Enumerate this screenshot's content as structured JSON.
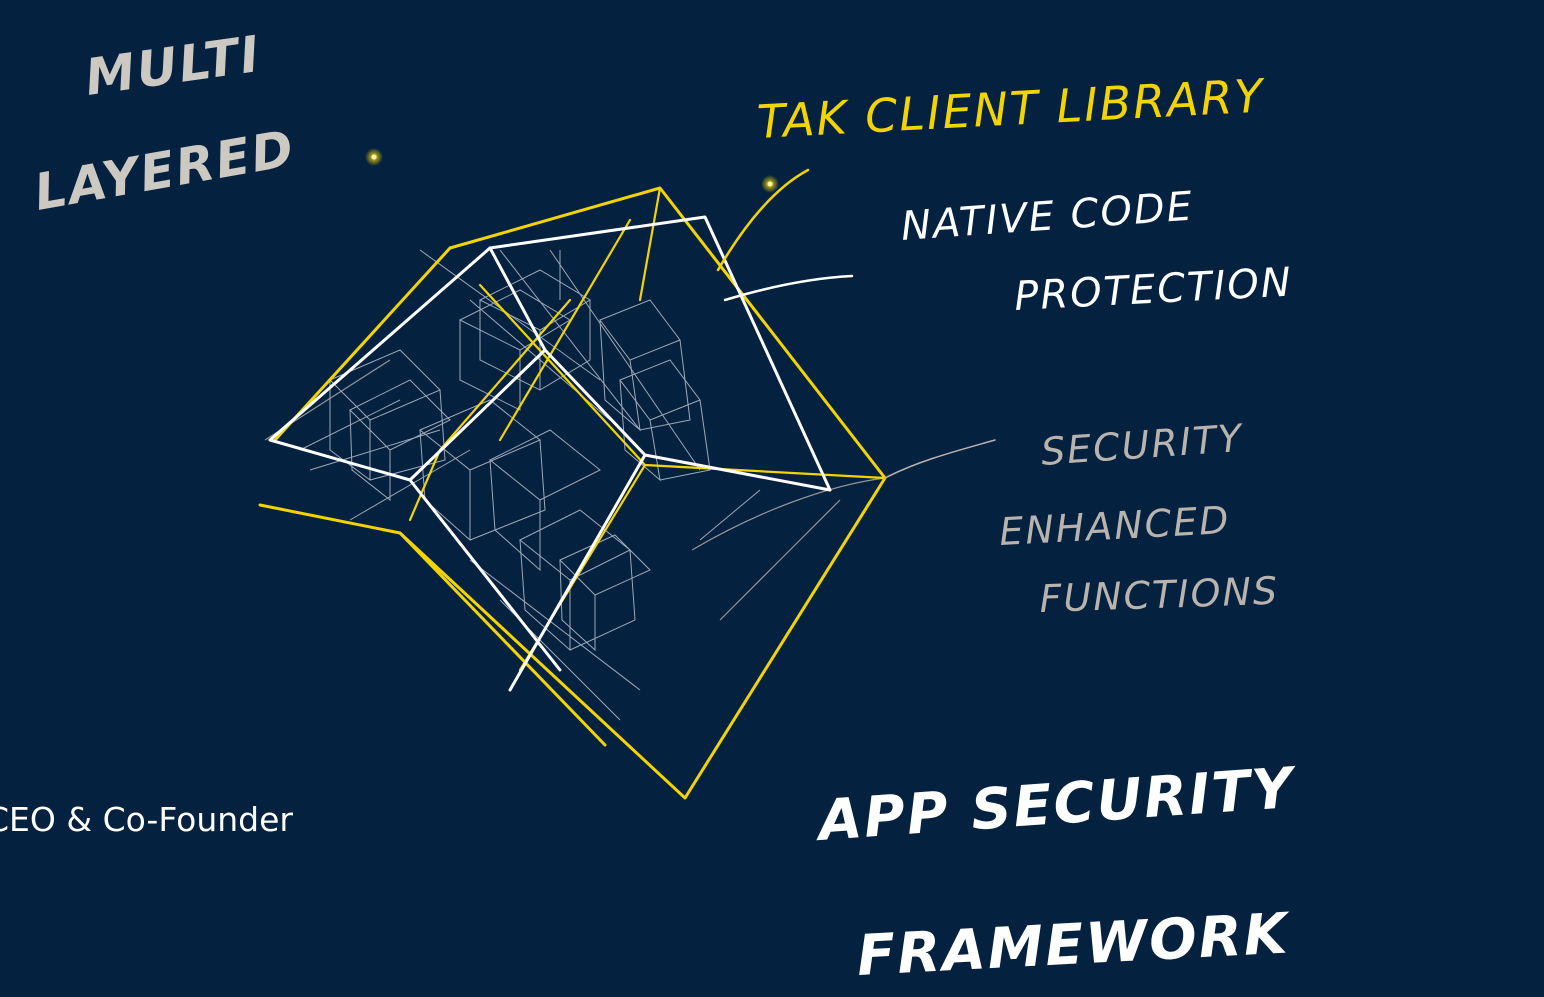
{
  "labels": {
    "multi_layered": [
      "MULTI",
      "LAYERED"
    ],
    "tak_client_library": "TAK CLIENT LIBRARY",
    "native_code_protection": [
      "NATIVE CODE",
      "PROTECTION"
    ],
    "security_enhanced_functions": [
      "SECURITY",
      "ENHANCED",
      "FUNCTIONS"
    ],
    "app_security_framework": [
      "APP SECURITY",
      "FRAMEWORK"
    ]
  },
  "caption": "CEO & Co-Founder",
  "colors": {
    "background": "#04213f",
    "yellow": "#f4d400",
    "white": "#ffffff",
    "grey": "#b8b3ad",
    "light_grey": "#ccc8c2"
  }
}
